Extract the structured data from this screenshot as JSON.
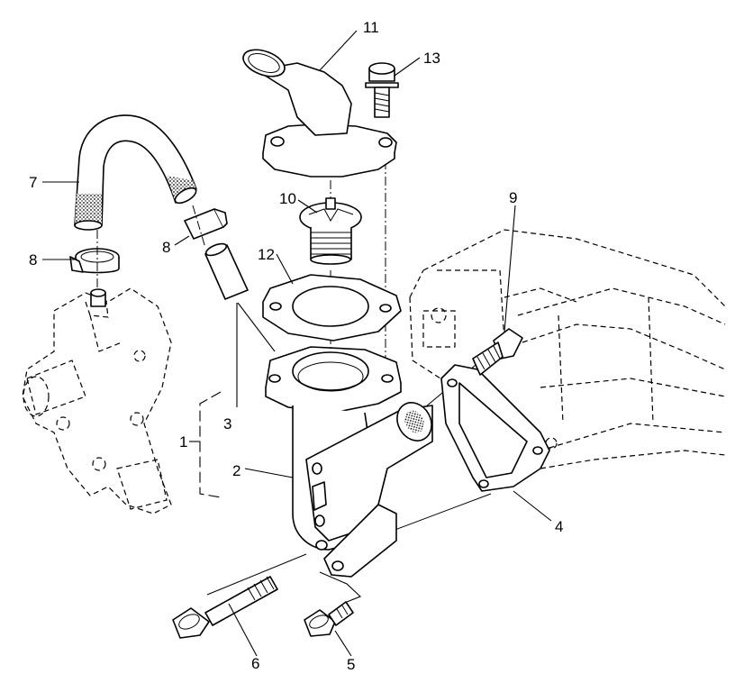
{
  "labels": {
    "p1": "1",
    "p2": "2",
    "p3": "3",
    "p4": "4",
    "p5": "5",
    "p6": "6",
    "p7": "7",
    "p8a": "8",
    "p8b": "8",
    "p9": "9",
    "p10": "10",
    "p11": "11",
    "p12": "12",
    "p13": "13"
  }
}
